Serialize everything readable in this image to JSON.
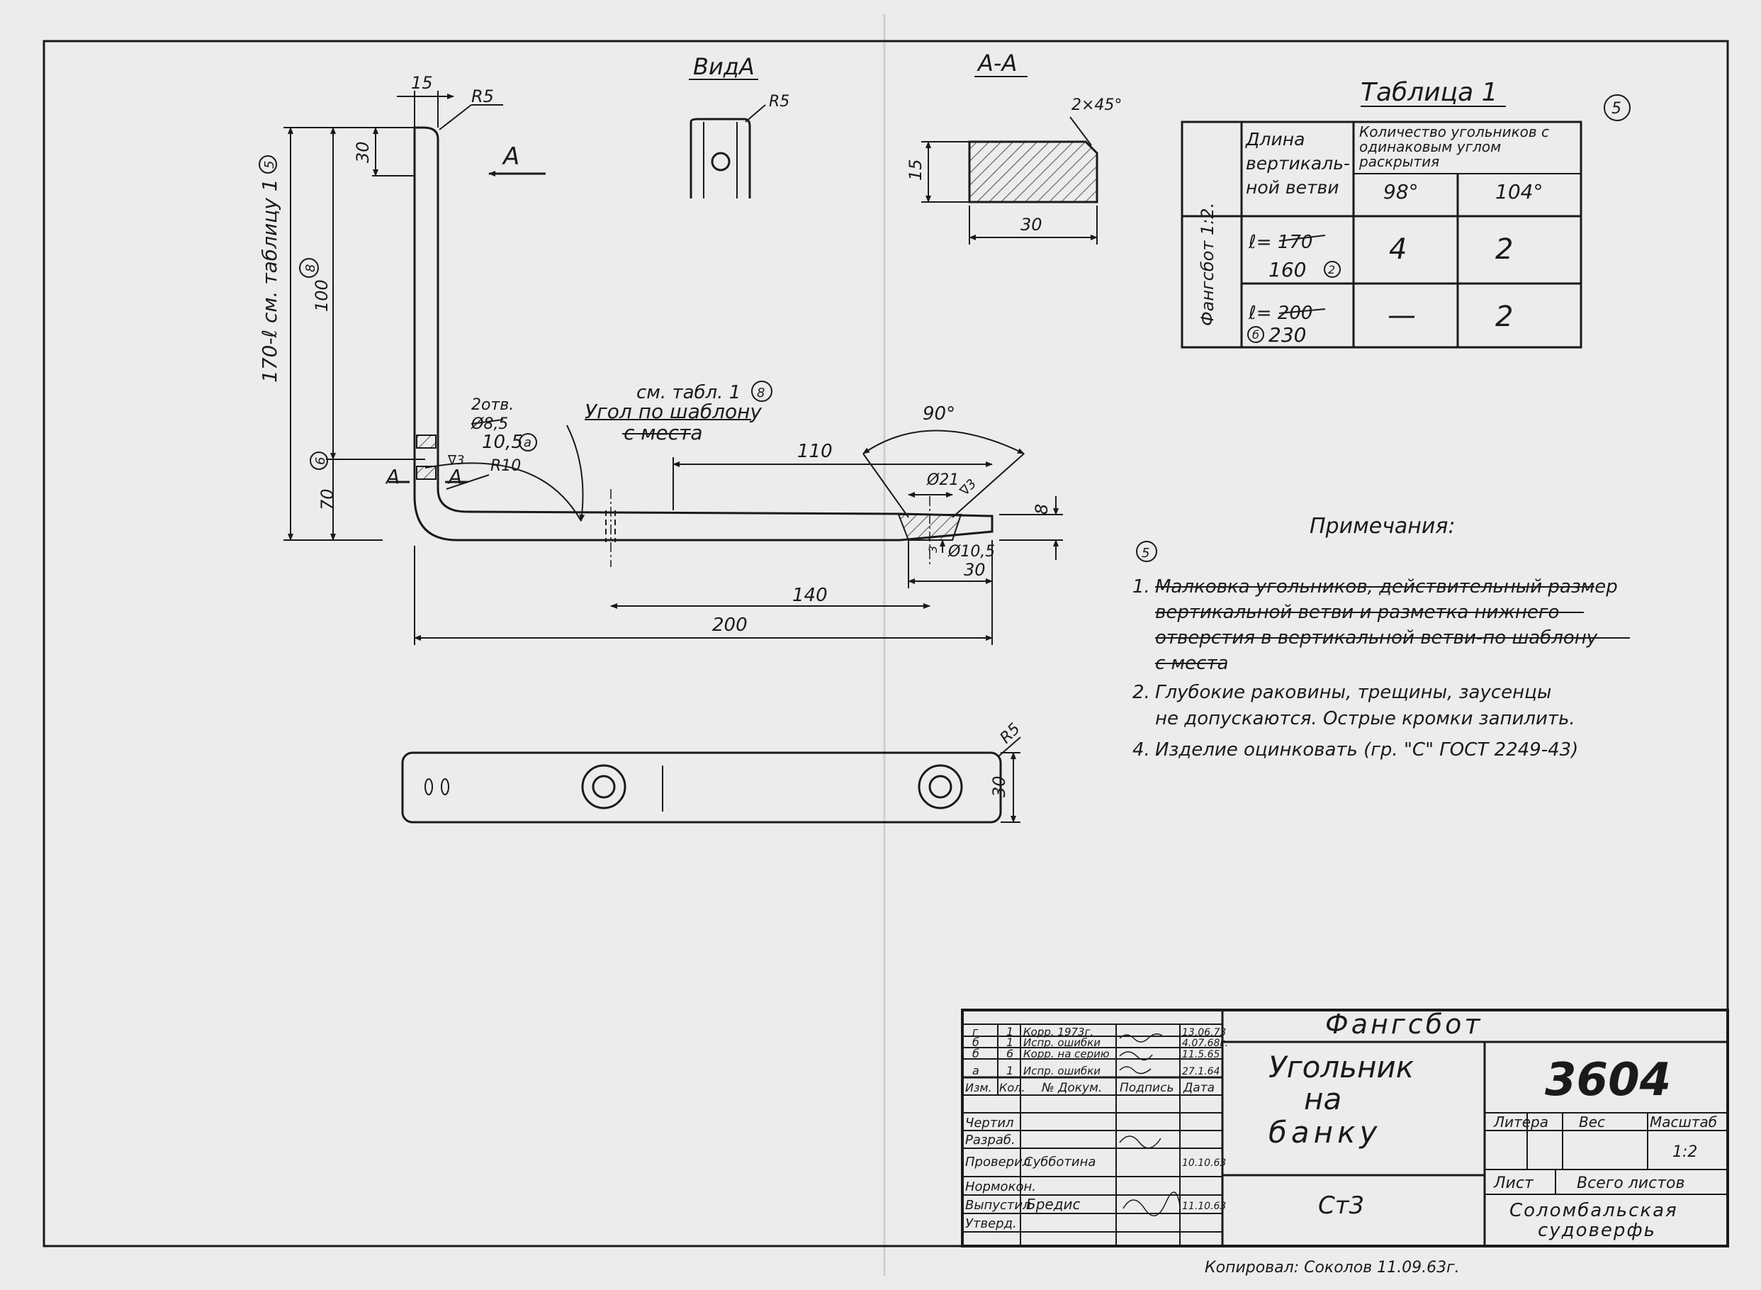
{
  "views": {
    "view_a_title": "ВидА",
    "section_title": "A-A",
    "arrow_a": "A",
    "mark_a_left": "A",
    "mark_a_right": "A"
  },
  "dims": {
    "d15_top": "15",
    "r5_top": "R5",
    "d30_vert": "30",
    "d_len_side": "170-ℓ см. таблицу 1",
    "circle5_side": "5",
    "circle8_side": "8",
    "d100": "100",
    "d70": "70",
    "circle6": "6",
    "note_table": "см. табл. 1",
    "circle8_note": "8",
    "angle_note": "Угол по шаблону",
    "angle_note2": "с места",
    "hole_count": "2отв.",
    "hole_dia_old": "Ø8,5",
    "hole_dia_new": "10,5",
    "hole_circle": "а",
    "v31": "∇3",
    "r10": "R10",
    "d90": "90°",
    "d110": "110",
    "d21": "Ø21",
    "v3b": "∇3",
    "d8": "8",
    "d10_5": "Ø10,5",
    "d3": "3",
    "d30_bottom": "30",
    "d140": "140",
    "d200": "200",
    "r5_view_a": "R5",
    "chamfer": "2×45°",
    "sec_15": "15",
    "sec_30": "30",
    "plan_r5": "R5",
    "plan_30": "30"
  },
  "table1": {
    "title": "Таблица 1",
    "rev_mark": "5",
    "col_length_header": "Длина вертикаль- ной ветви",
    "col_count_header": "Количество угольников с одинаковым углом раскрытия",
    "angle1": "98°",
    "angle2": "104°",
    "row_group": "Фангсбот 1:2.",
    "rows": [
      {
        "len_old": "ℓ= 170",
        "len_new": "160",
        "len_mark": "2",
        "c98": "4",
        "c104": "2"
      },
      {
        "len_old": "ℓ= 200",
        "len_new": "230",
        "len_mark": "б",
        "c98": "—",
        "c104": "2"
      }
    ]
  },
  "notes": {
    "title": "Примечания:",
    "rev_mark": "5",
    "items": [
      {
        "num": "1.",
        "lines": [
          "Малковка угольников, действительный размер",
          "вертикальной ветви и разметка нижнего",
          "отверстия в вертикальной ветви-по шаблону",
          "с места"
        ],
        "struck": true
      },
      {
        "num": "2.",
        "lines": [
          "Глубокие раковины, трещины, заусенцы",
          "не допускаются. Острые кромки запилить."
        ],
        "struck": false
      },
      {
        "num": "4.",
        "lines": [
          "Изделие оцинковать (гр. \"С\" ГОСТ 2249-43)"
        ],
        "struck": false
      }
    ]
  },
  "title_block": {
    "project": "Фангсбот",
    "part_name": [
      "Угольник",
      "на",
      "банку"
    ],
    "material": "Ст3",
    "drawing_no": "3604",
    "litera_label": "Литера",
    "weight_label": "Вес",
    "scale_label": "Масштаб",
    "scale_value": "1:2",
    "sheet_label": "Лист",
    "sheets_label": "Всего листов",
    "organization": [
      "Соломбальская",
      "судоверфь"
    ],
    "revisions": [
      {
        "izm": "г",
        "kol": "1",
        "doc": "Корр. 1973г.",
        "date": "13.06.73"
      },
      {
        "izm": "б",
        "kol": "1",
        "doc": "Испр. ошибки",
        "date": "4.07.68г."
      },
      {
        "izm": "б",
        "kol": "6",
        "doc": "Корр. на серию",
        "date": "11.5.65"
      },
      {
        "izm": "а",
        "kol": "1",
        "doc": "Испр. ошибки",
        "date": "27.1.64"
      }
    ],
    "rev_headers": [
      "Изм.",
      "Кол.",
      "№ Докум.",
      "Подпись",
      "Дата"
    ],
    "roles": [
      {
        "role": "Чертил",
        "name": "",
        "date": ""
      },
      {
        "role": "Разраб.",
        "name": "",
        "date": ""
      },
      {
        "role": "Проверил",
        "name": "Субботина",
        "date": "10.10.63"
      },
      {
        "role": "Нормокон.",
        "name": "",
        "date": ""
      },
      {
        "role": "Выпустил",
        "name": "Бредис",
        "date": "11.10.63"
      },
      {
        "role": "Утверд.",
        "name": "",
        "date": ""
      }
    ]
  },
  "copied_by": "Копировал: Соколов 11.09.63г."
}
